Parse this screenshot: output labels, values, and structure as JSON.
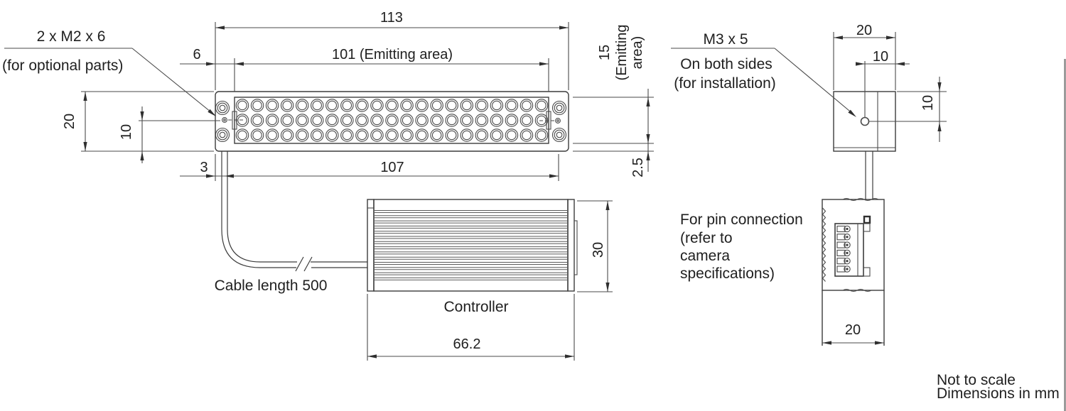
{
  "colors": {
    "line": "#3c3c3c",
    "text": "#1f1f1f",
    "background": "#ffffff"
  },
  "front_view": {
    "labels": {
      "mounting_hole": "2 x M2 x 6",
      "mounting_hole_sub": "(for optional parts)",
      "cable": "Cable length 500",
      "controller": "Controller"
    },
    "dimensions": {
      "overall_width": "113",
      "emitting_width": "101 (Emitting area)",
      "end_offset": "6",
      "body_height": "20",
      "hole_offset": "10",
      "cable_offset": "3",
      "hole_span": "107",
      "emitting_height": "15",
      "emitting_height_note1": "(Emitting",
      "emitting_height_note2": "area)",
      "bottom_offset": "2.5",
      "controller_height": "30",
      "controller_width": "66.2"
    },
    "led_grid": {
      "rows": 3,
      "columns": 21
    }
  },
  "side_view": {
    "labels": {
      "install_hole": "M3 x 5",
      "install_hole_sub1": "On both sides",
      "install_hole_sub2": "(for installation)",
      "pin_note1": "For pin connection",
      "pin_note2": "(refer to",
      "pin_note3": "camera",
      "pin_note4": "specifications)"
    },
    "dimensions": {
      "block_width": "20",
      "hole_from_edge": "10",
      "hole_from_top": "10",
      "controller_end_width": "20"
    },
    "connector": {
      "pin_count": 6
    }
  },
  "notes": {
    "scale": "Not to scale",
    "units": "Dimensions in mm"
  }
}
